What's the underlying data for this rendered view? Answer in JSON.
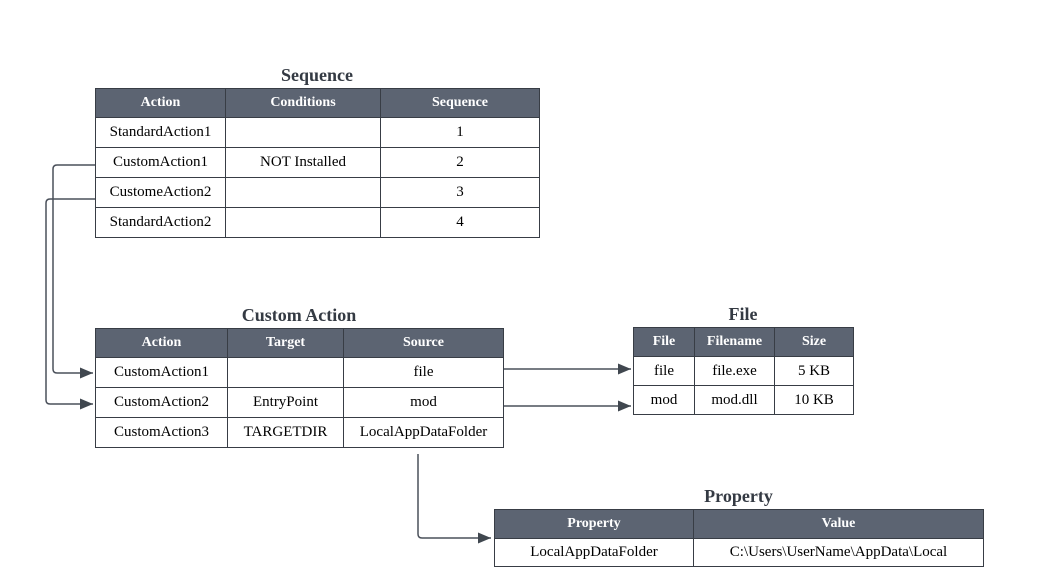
{
  "colors": {
    "background": "#ffffff",
    "table_header_fill": "#5c6472",
    "table_header_text": "#ffffff",
    "table_border": "#383d45",
    "cell_text": "#000000",
    "title_text": "#343a43",
    "connector": "#4a505a"
  },
  "tables": {
    "sequence": {
      "title": "Sequence",
      "headers": [
        "Action",
        "Conditions",
        "Sequence"
      ],
      "rows": [
        [
          "StandardAction1",
          "",
          "1"
        ],
        [
          "CustomAction1",
          "NOT Installed",
          "2"
        ],
        [
          "CustomeAction2",
          "",
          "3"
        ],
        [
          "StandardAction2",
          "",
          "4"
        ]
      ]
    },
    "custom_action": {
      "title": "Custom Action",
      "headers": [
        "Action",
        "Target",
        "Source"
      ],
      "rows": [
        [
          "CustomAction1",
          "",
          "file"
        ],
        [
          "CustomAction2",
          "EntryPoint",
          "mod"
        ],
        [
          "CustomAction3",
          "TARGETDIR",
          "LocalAppDataFolder"
        ]
      ]
    },
    "file": {
      "title": "File",
      "headers": [
        "File",
        "Filename",
        "Size"
      ],
      "rows": [
        [
          "file",
          "file.exe",
          "5 KB"
        ],
        [
          "mod",
          "mod.dll",
          "10 KB"
        ]
      ]
    },
    "property": {
      "title": "Property",
      "headers": [
        "Property",
        "Value"
      ],
      "rows": [
        [
          "LocalAppDataFolder",
          "C:\\Users\\UserName\\AppData\\Local"
        ]
      ]
    }
  },
  "connections": [
    {
      "from": "Sequence.CustomAction1",
      "to": "Custom Action.CustomAction1"
    },
    {
      "from": "Sequence.CustomeAction2",
      "to": "Custom Action.CustomAction2"
    },
    {
      "from": "Custom Action.file",
      "to": "File.file"
    },
    {
      "from": "Custom Action.mod",
      "to": "File.mod"
    },
    {
      "from": "Custom Action.LocalAppDataFolder",
      "to": "Property.LocalAppDataFolder"
    }
  ]
}
